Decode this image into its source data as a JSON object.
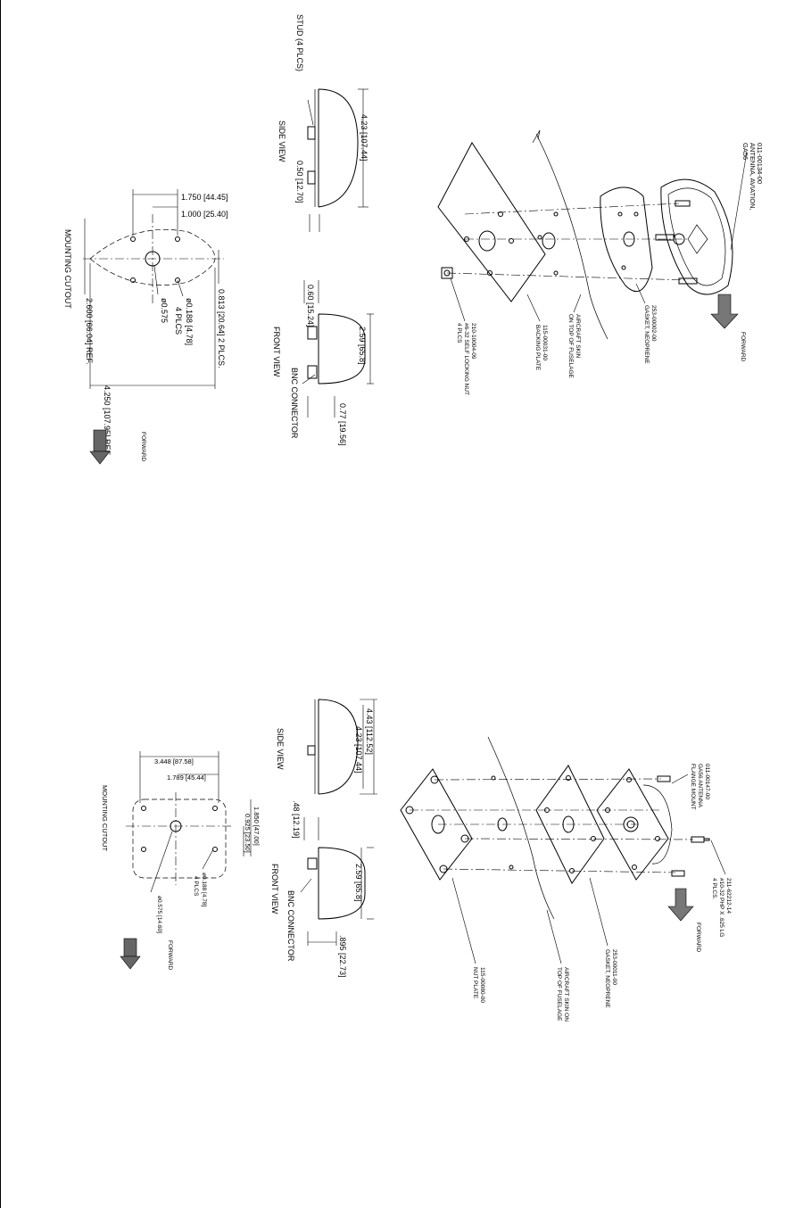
{
  "top_drawing": {
    "side_view": {
      "title": "SIDE VIEW",
      "stud_label": "STUD (4 PLCS)",
      "dim_height": "4.23 [107.44]",
      "dim_stud": "0.50 [12.70]"
    },
    "front_view": {
      "title": "FRONT VIEW",
      "connector_label": "BNC CONNECTOR",
      "dim_base": "0.60 [15.24]",
      "dim_width": "2.59 [65.8]",
      "dim_depth": "0.77 [19.56]"
    },
    "mounting_cutout": {
      "title": "MOUNTING CUTOUT",
      "dim_a": "1.750 [44.45]",
      "dim_b": "1.000 [25.40]",
      "dim_c": "0.813 [20.64] 2 PLCS.",
      "dim_d": "2.600 [66.04] REF.",
      "dim_e": "4.250 [107.95] REF.",
      "hole_small": "ø0.188 [4.78]",
      "hole_small_qty": "4 PLCS",
      "hole_large": "ø0.575",
      "forward": "FORWARD"
    },
    "exploded": {
      "antenna_part": "011-00134-00",
      "antenna_desc1": "ANTENNA, AVIATION,",
      "antenna_desc2": "GA56",
      "gasket_part": "253-00002-00",
      "gasket_desc": "GASKET, NEOPRENE",
      "skin_desc1": "AIRCRAFT SKIN",
      "skin_desc2": "ON TOP OF FUSELAGE",
      "plate_part": "115-00031-00",
      "plate_desc": "BACKING PLATE",
      "nut_part": "210-10004-09",
      "nut_desc1": "#6-32 SELF LOCKING NUT",
      "nut_desc2": "4 PLCS",
      "forward": "FORWARD"
    }
  },
  "bottom_drawing": {
    "side_view": {
      "title": "SIDE VIEW",
      "dim_outer": "4.43 [112.52]",
      "dim_inner": "4.23 [107.44]"
    },
    "front_view": {
      "title": "FRONT VIEW",
      "connector_label": "BNC CONNECTOR",
      "dim_base": ".48 [12.19]",
      "dim_width": "2.59 [65.8]",
      "dim_depth": ".895 [22.73]"
    },
    "mounting_cutout": {
      "title": "MOUNTING CUTOUT",
      "dim_a": "3.448 [87.58]",
      "dim_b": "1.789 [45.44]",
      "dim_c": "1.850 [47.00]",
      "dim_d": "0.925 [23.50]",
      "hole_small": "ø0.188 [4.78]",
      "hole_small_qty": "4 PLCS",
      "hole_large": "ø0.575 [14.60]",
      "forward": "FORWARD"
    },
    "exploded": {
      "antenna_part": "011-00147-00",
      "antenna_desc1": "GA56 ANTENNA",
      "antenna_desc2": "FLANGE MOUNT",
      "screw_part": "211-62212-14",
      "screw_desc1": "#10-32 PHP X .625 LG",
      "screw_desc2": "4 PLCS.",
      "forward": "FORWARD",
      "gasket_part": "253-00011-00",
      "gasket_desc": "GASKET, NEOPRENE",
      "skin_desc1": "AIRCRAFT SKIN ON",
      "skin_desc2": "TOP OF FUSELAGE",
      "plate_part": "115-00080-00",
      "plate_desc": "NUT PLATE"
    }
  }
}
